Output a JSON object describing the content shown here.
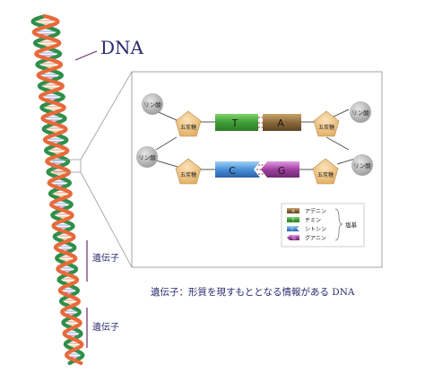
{
  "dna_label": "DNA",
  "gene_label_1": "遺伝子",
  "gene_label_2": "遺伝子",
  "caption": "遺伝子：形質を現すもととなる情報がある DNA",
  "phosphate_label": "リン酸",
  "sugar_label": "五炭糖",
  "pair1": {
    "left_base": "T",
    "right_base": "A"
  },
  "pair2": {
    "left_base": "C",
    "right_base": "G"
  },
  "legend": {
    "group_label": "塩基",
    "items": [
      {
        "letter": "A",
        "name": "アデニン",
        "color": "#8a6a3a"
      },
      {
        "letter": "T",
        "name": "チミン",
        "color": "#4aa63c"
      },
      {
        "letter": "C",
        "name": "シトシン",
        "color": "#4a90d9"
      },
      {
        "letter": "G",
        "name": "グアニン",
        "color": "#a040a0"
      }
    ]
  },
  "colors": {
    "strand_orange": "#e8693a",
    "strand_green": "#2f8f4a",
    "label_navy": "#2a2a6e",
    "gene_marker": "#6b2a6b",
    "sugar_fill": "#f2c98a",
    "phosphate_fill": "#b3b3b3",
    "base_T": "#4aa63c",
    "base_A": "#8a6a3a",
    "base_C": "#4a90d9",
    "base_G": "#a040a0",
    "box_border": "#9a9a9a"
  }
}
